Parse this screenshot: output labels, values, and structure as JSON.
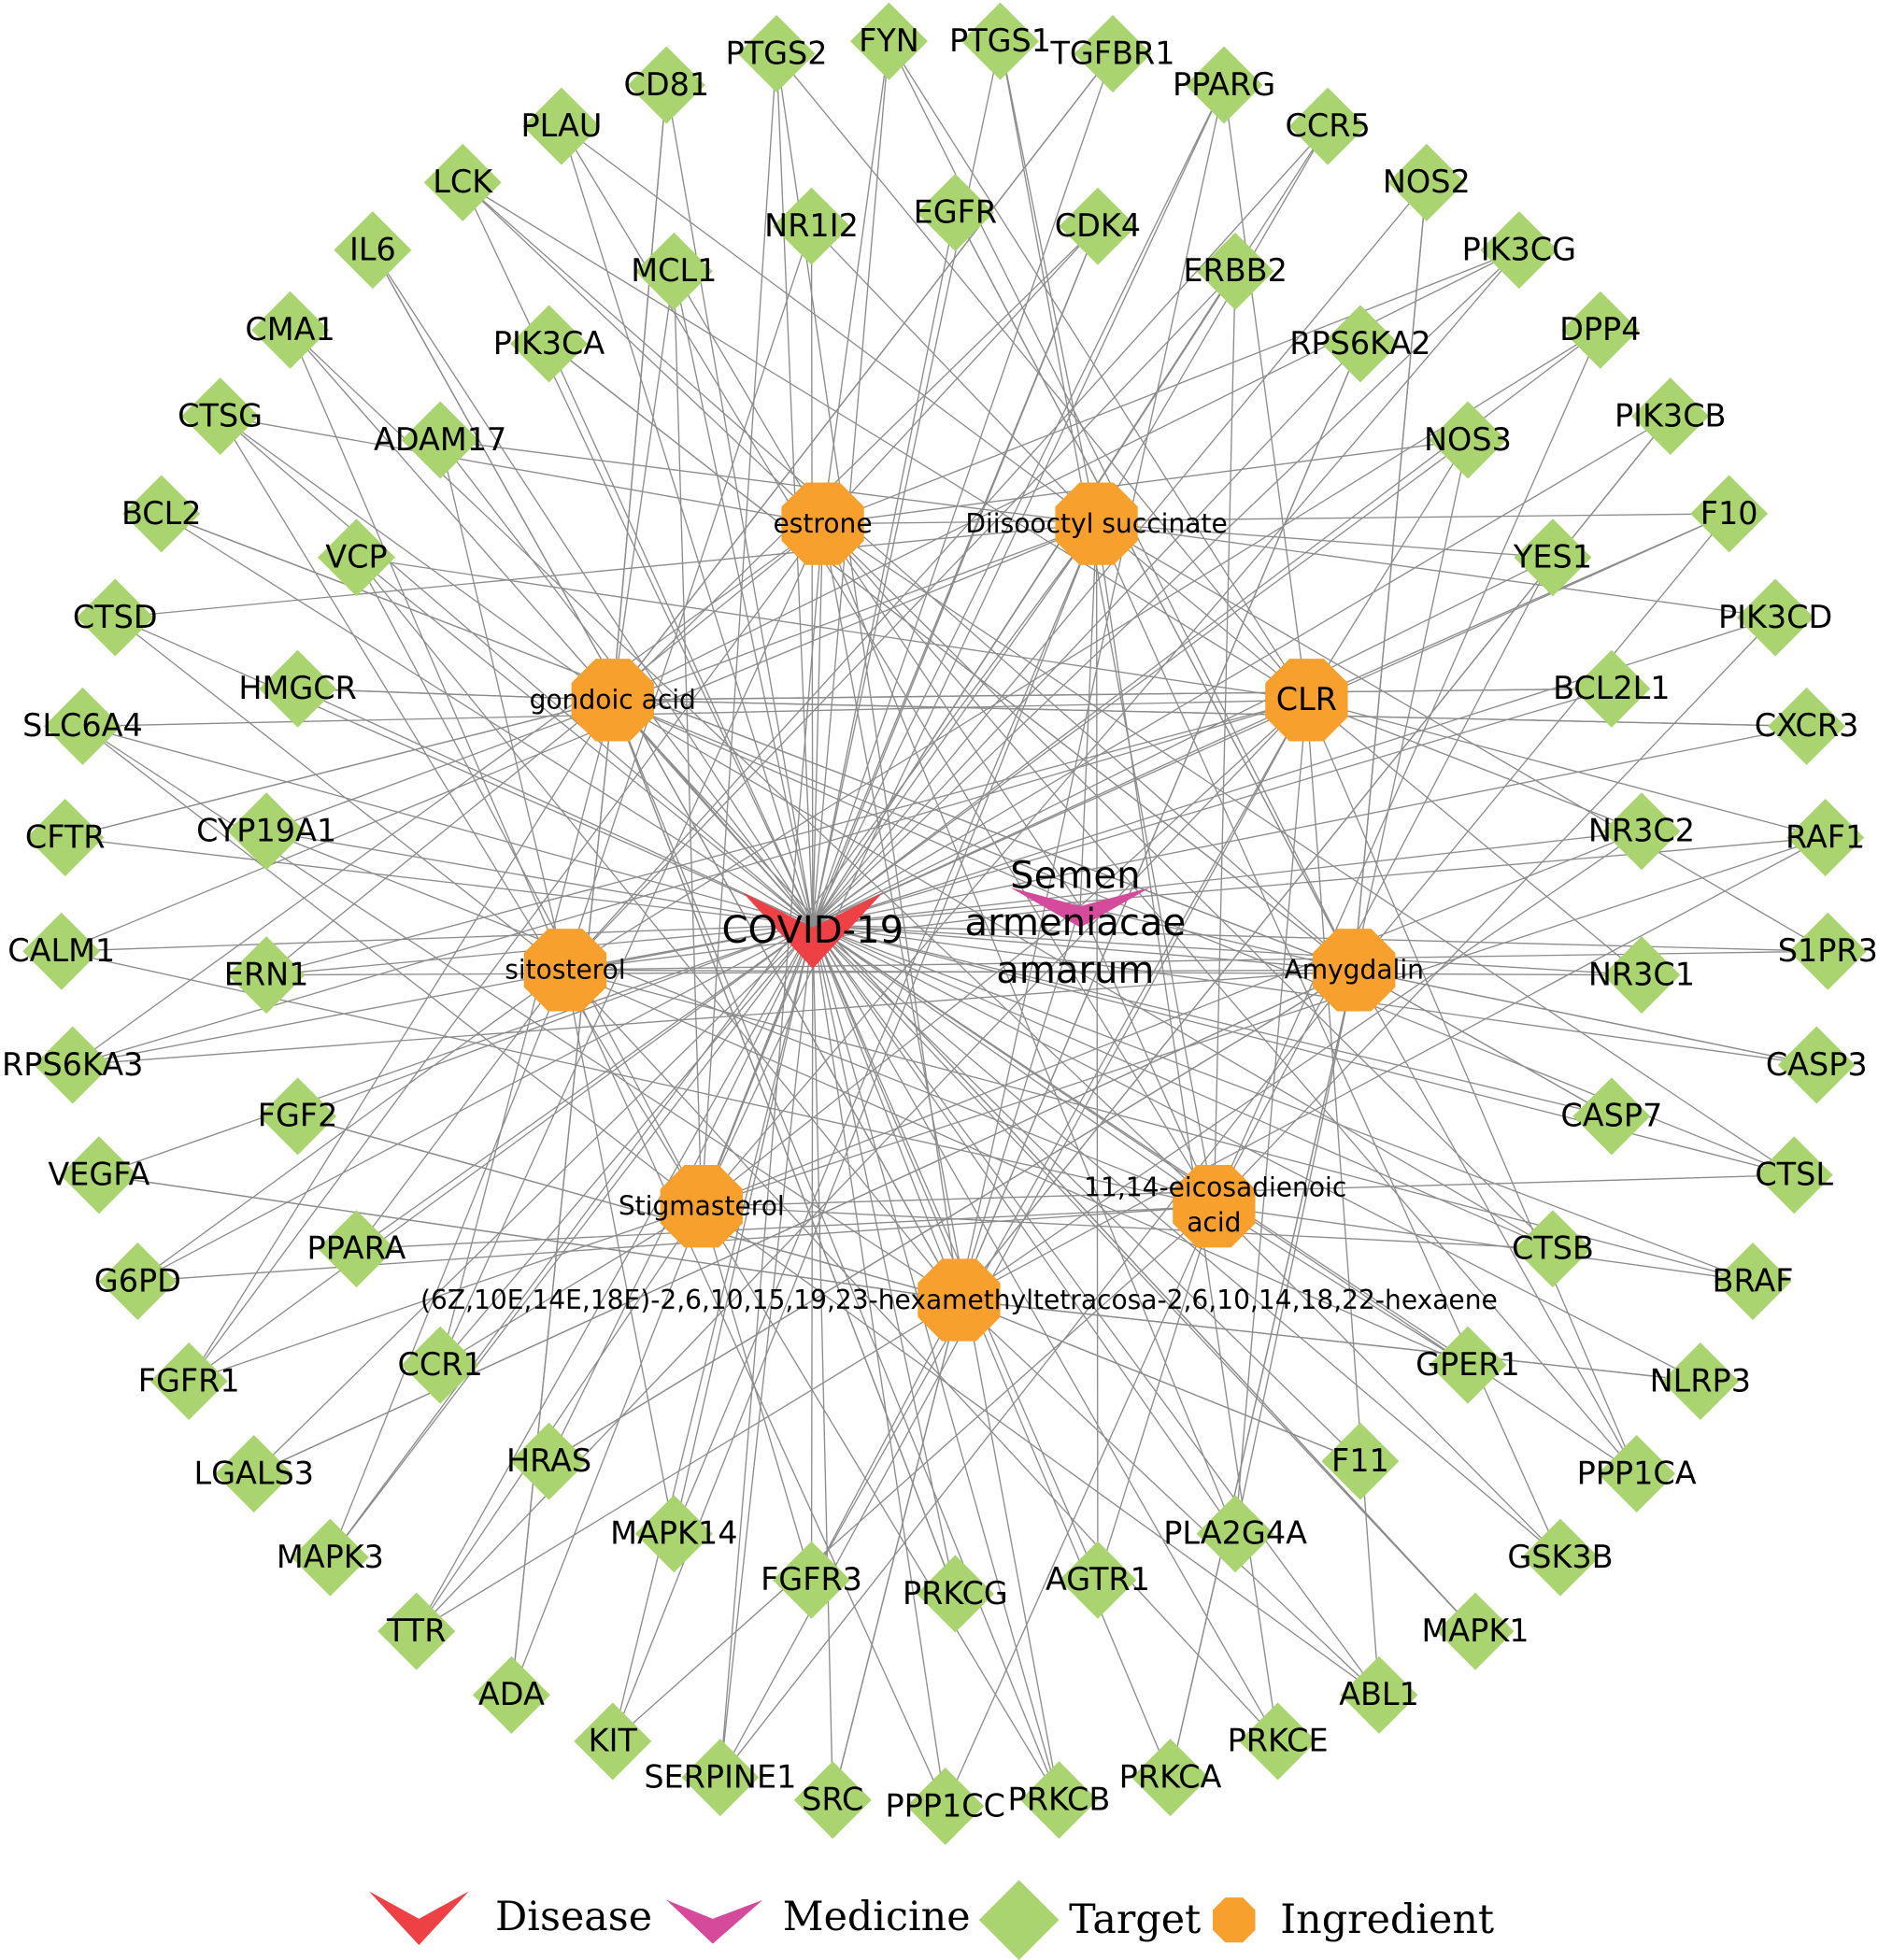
{
  "colors": {
    "disease": "#ee4146",
    "medicine": "#d54a9b",
    "target": "#a9d46f",
    "ingredient": "#f7a02e",
    "edge": "#8c8c8c"
  },
  "disease": {
    "label": "COVID-19"
  },
  "medicine": {
    "label_lines": [
      "Semen",
      "armeniacae",
      "amarum"
    ]
  },
  "ingredients": [
    {
      "label": "estrone"
    },
    {
      "label": "Diisooctyl succinate"
    },
    {
      "label": "gondoic acid"
    },
    {
      "label": "CLR"
    },
    {
      "label": "sitosterol"
    },
    {
      "label": "Amygdalin"
    },
    {
      "label": "Stigmasterol"
    },
    {
      "label": "11,14-eicosadienoic acid"
    },
    {
      "label": "(6Z,10E,14E,18E)-2,6,10,15,19,23-hexamethyltetracosa-2,6,10,14,18,22-hexaene"
    }
  ],
  "targets": [
    "FYN",
    "PTGS1",
    "TGFBR1",
    "PPARG",
    "CCR5",
    "NOS2",
    "PIK3CG",
    "DPP4",
    "PIK3CB",
    "F10",
    "PIK3CD",
    "CXCR3",
    "RAF1",
    "S1PR3",
    "CASP3",
    "CTSL",
    "BRAF",
    "NLRP3",
    "PPP1CA",
    "GSK3B",
    "MAPK1",
    "ABL1",
    "PRKCE",
    "PRKCA",
    "PRKCB",
    "PPP1CC",
    "SRC",
    "SERPINE1",
    "KIT",
    "ADA",
    "TTR",
    "MAPK3",
    "LGALS3",
    "FGFR1",
    "G6PD",
    "VEGFA",
    "RPS6KA3",
    "CALM1",
    "CFTR",
    "SLC6A4",
    "CTSD",
    "BCL2",
    "CTSG",
    "CMA1",
    "IL6",
    "LCK",
    "PLAU",
    "CD81",
    "PTGS2",
    "NR1I2",
    "EGFR",
    "CDK4",
    "ERBB2",
    "RPS6KA2",
    "NOS3",
    "YES1",
    "BCL2L1",
    "NR3C2",
    "NR3C1",
    "CASP7",
    "CTSB",
    "GPER1",
    "F11",
    "PLA2G4A",
    "AGTR1",
    "PRKCG",
    "FGFR3",
    "MAPK14",
    "HRAS",
    "CCR1",
    "PPARA",
    "FGF2",
    "ERN1",
    "CYP19A1",
    "HMGCR",
    "VCP",
    "ADAM17",
    "PIK3CA",
    "MCL1"
  ],
  "legend": [
    {
      "label": "Disease"
    },
    {
      "label": "Medicine"
    },
    {
      "label": "Target"
    },
    {
      "label": "Ingredient"
    }
  ]
}
